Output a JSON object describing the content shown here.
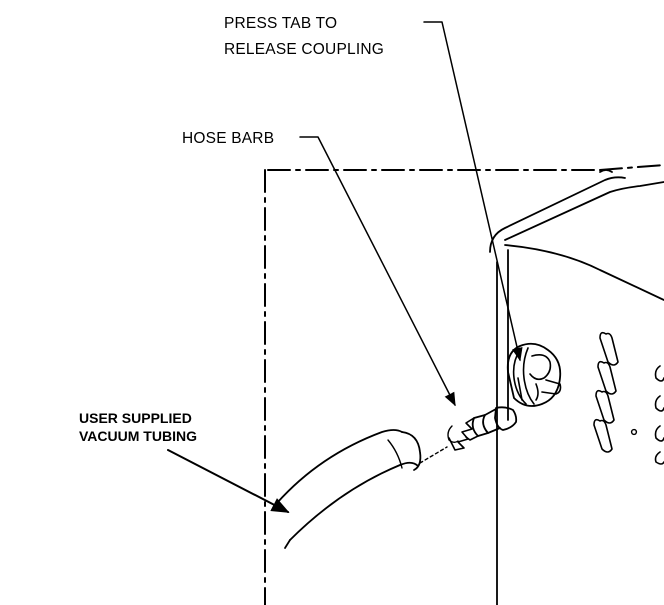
{
  "labels": {
    "press_tab": {
      "line1": "PRESS TAB TO",
      "line2": "RELEASE COUPLING"
    },
    "hose_barb": "HOSE BARB",
    "user_tubing": {
      "line1": "USER SUPPLIED",
      "line2": "VACUUM TUBING"
    }
  },
  "colors": {
    "ink": "#000000",
    "background": "#ffffff"
  }
}
